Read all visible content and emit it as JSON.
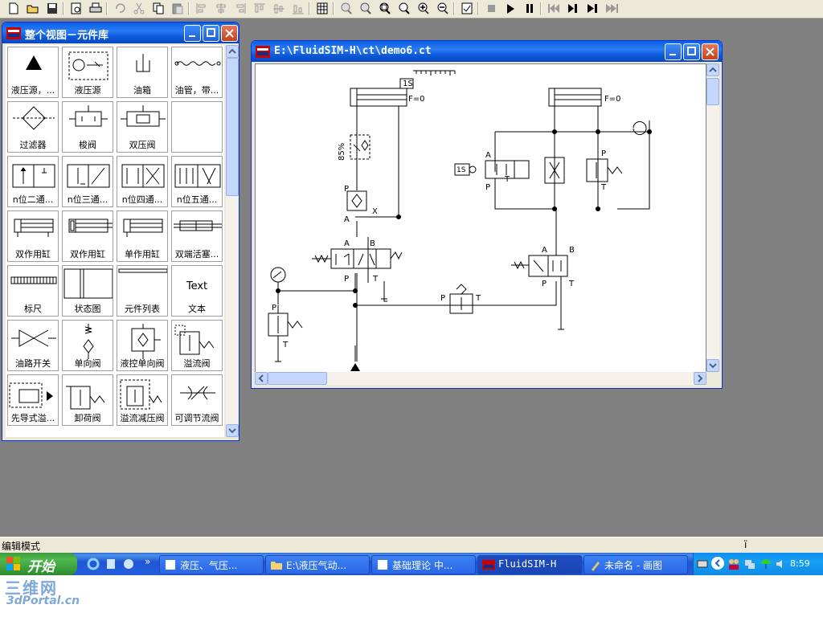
{
  "toolbar": {
    "icons": [
      "new-icon",
      "open-icon",
      "save-icon",
      "print-preview-icon",
      "print-icon",
      "undo-icon",
      "cut-icon",
      "copy-icon",
      "paste-icon",
      "align-left-icon",
      "align-center-icon",
      "align-right-icon",
      "align-top-icon",
      "align-middle-icon",
      "align-bottom-icon",
      "grid-icon",
      "zoom-fit-icon",
      "zoom-previous-icon",
      "zoom-window-icon",
      "zoom-all-icon",
      "zoom-in-icon",
      "zoom-out-icon",
      "check-icon",
      "stop-icon",
      "play-icon",
      "pause-icon",
      "reset-icon",
      "step-icon",
      "step-to-end-icon",
      "skip-end-icon"
    ]
  },
  "library_window": {
    "title": "整个视图－元件库",
    "items": [
      {
        "label": "液压源，...",
        "icon": "hydraulic-source-icon"
      },
      {
        "label": "液压源",
        "icon": "pump-unit-icon"
      },
      {
        "label": "油箱",
        "icon": "tank-icon"
      },
      {
        "label": "油管，带...",
        "icon": "hose-icon"
      },
      {
        "label": "过滤器",
        "icon": "filter-icon"
      },
      {
        "label": "梭阀",
        "icon": "shuttle-valve-icon"
      },
      {
        "label": "双压阀",
        "icon": "dual-pressure-valve-icon"
      },
      {
        "label": "",
        "icon": ""
      },
      {
        "label": "n位二通...",
        "icon": "2way-valve-icon"
      },
      {
        "label": "n位三通...",
        "icon": "3way-valve-icon"
      },
      {
        "label": "n位四通...",
        "icon": "4way-valve-icon"
      },
      {
        "label": "n位五通...",
        "icon": "5way-valve-icon"
      },
      {
        "label": "双作用缸",
        "icon": "double-acting-cylinder-icon"
      },
      {
        "label": "双作用缸",
        "icon": "double-acting-cylinder-cushion-icon"
      },
      {
        "label": "单作用缸",
        "icon": "single-acting-cylinder-icon"
      },
      {
        "label": "双端活塞...",
        "icon": "double-rod-cylinder-icon"
      },
      {
        "label": "标尺",
        "icon": "scale-icon"
      },
      {
        "label": "状态图",
        "icon": "state-diagram-icon"
      },
      {
        "label": "元件列表",
        "icon": "parts-list-icon"
      },
      {
        "label": "文本",
        "icon": "text-icon",
        "text": "Text"
      },
      {
        "label": "油路开关",
        "icon": "shutoff-valve-icon"
      },
      {
        "label": "单向阀",
        "icon": "check-valve-icon"
      },
      {
        "label": "液控单向阀",
        "icon": "pilot-check-valve-icon"
      },
      {
        "label": "溢流阀",
        "icon": "relief-valve-icon"
      },
      {
        "label": "先导式溢...",
        "icon": "pilot-relief-valve-icon"
      },
      {
        "label": "卸荷阀",
        "icon": "unloading-valve-icon"
      },
      {
        "label": "溢流减压阀",
        "icon": "reducing-valve-icon"
      },
      {
        "label": "可调节流阀",
        "icon": "throttle-valve-icon"
      }
    ]
  },
  "circuit_window": {
    "title": "E:\\FluidSIM-H\\ct\\demo6.ct",
    "labels": {
      "cyl1_force": "F=0",
      "cyl2_force": "F=0",
      "switch1": "1S",
      "switch2": "1S",
      "percent": "85%",
      "p": "P",
      "a": "A",
      "b": "B",
      "t": "T",
      "x": "X"
    }
  },
  "status": {
    "mode": "编辑模式",
    "indicator": "ї"
  },
  "taskbar": {
    "start": "开始",
    "tasks": [
      {
        "label": "液压、气压..."
      },
      {
        "label": "E:\\液压气动..."
      },
      {
        "label": "基础理论 中..."
      },
      {
        "label": "FluidSIM-H"
      },
      {
        "label": "未命名 - 画图"
      }
    ],
    "clock": "8:59"
  },
  "watermark": {
    "cn": "三维网",
    "en": "3dPortal.cn"
  },
  "colors": {
    "title_bar": "#0a5fe3",
    "desktop": "#808080",
    "taskbar": "#245edb",
    "start": "#3c9b3c"
  }
}
